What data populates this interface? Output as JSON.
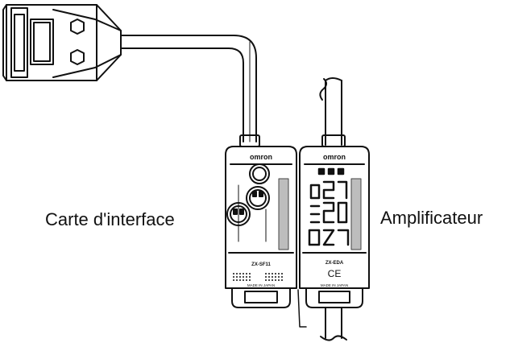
{
  "labels": {
    "left": "Carte d'interface",
    "right": "Amplificateur"
  },
  "devices": {
    "interface": {
      "brand": "omron",
      "model": "ZX-SF11",
      "made_in": "MADE IN JAPAN"
    },
    "amplifier": {
      "brand": "omron",
      "model": "ZX-EDA",
      "ce_mark": "CE",
      "made_in": "MADE IN JAPAN"
    }
  },
  "icons": [
    "db-connector",
    "hex-screw",
    "cable",
    "jack"
  ]
}
